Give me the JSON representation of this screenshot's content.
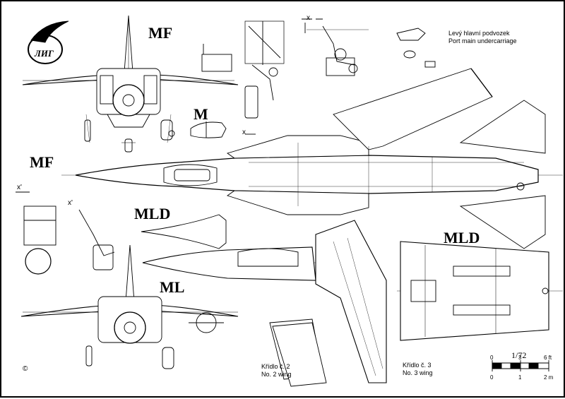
{
  "labels": {
    "top_front": "MF",
    "side_top": "MF",
    "canopy_m": "M",
    "nose_mld": "MLD",
    "front_ml": "ML",
    "bottom_mld": "MLD"
  },
  "undercarriage": {
    "line1": "Levý hlavní podvozek",
    "line2": "Port main undercarriage"
  },
  "wing2": {
    "line1": "Křídlo č. 2",
    "line2": "No. 2 wing"
  },
  "wing3": {
    "line1": "Křídlo č. 3",
    "line2": "No. 3 wing"
  },
  "section_marks": {
    "x": "x",
    "x_prime": "x'"
  },
  "scale": {
    "title": "1/72",
    "ft_ticks": [
      "0",
      "3",
      "6 ft"
    ],
    "m_ticks": [
      "0",
      "1",
      "2 m"
    ]
  },
  "copyright": "©"
}
